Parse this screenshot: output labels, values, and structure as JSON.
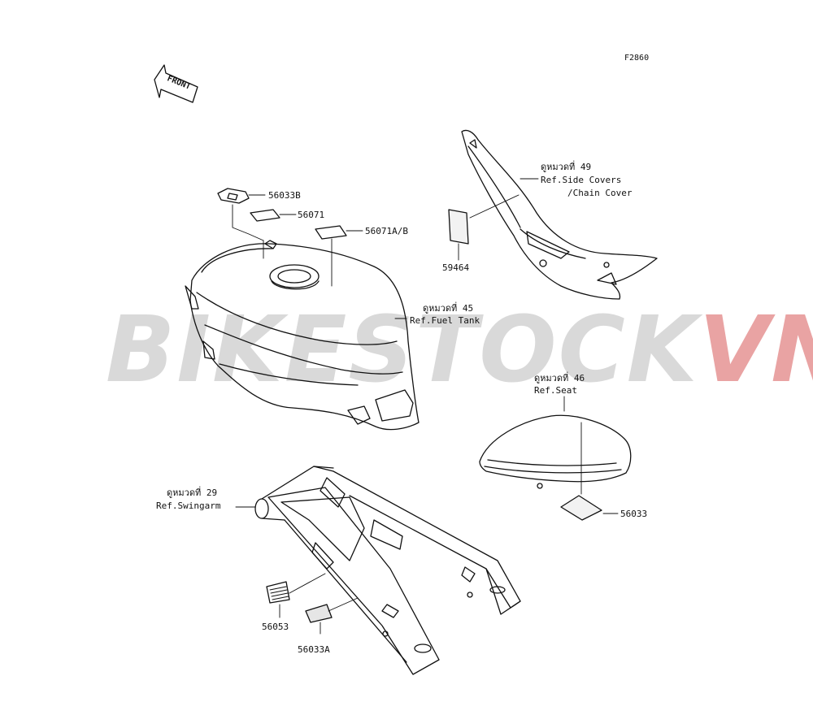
{
  "figure_code": "F2860",
  "front_arrow_text": "FRONT",
  "watermark": {
    "part1": "BIKESTOCK",
    "part2": "VN"
  },
  "refs": {
    "side_covers": {
      "thai": "ดูหมวดที่ 49",
      "line1": "Ref.Side Covers",
      "line2": "/Chain Cover"
    },
    "fuel_tank": {
      "thai": "ดูหมวดที่ 45",
      "line1": "Ref.Fuel Tank"
    },
    "seat": {
      "thai": "ดูหมวดที่ 46",
      "line1": "Ref.Seat"
    },
    "swingarm": {
      "thai": "ดูหมวดที่ 29",
      "line1": "Ref.Swingarm"
    }
  },
  "parts": {
    "p56033B": "56033B",
    "p56071": "56071",
    "p56071AB": "56071A/B",
    "p59464": "59464",
    "p56033": "56033",
    "p56053": "56053",
    "p56033A": "56033A"
  }
}
